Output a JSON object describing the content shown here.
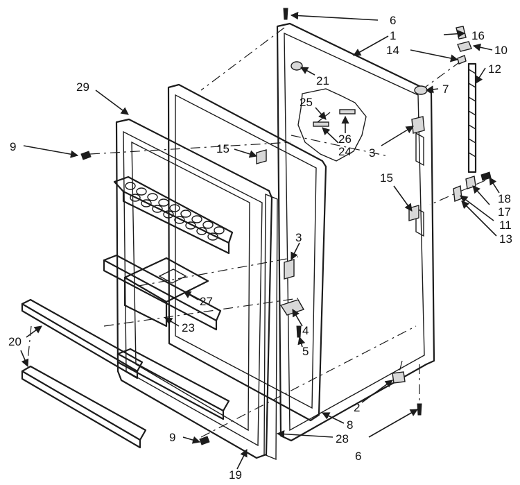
{
  "callouts": {
    "c1": "1",
    "c2": "2",
    "c3a": "3",
    "c3b": "3",
    "c4": "4",
    "c5": "5",
    "c6a": "6",
    "c6b": "6",
    "c7": "7",
    "c8": "8",
    "c9a": "9",
    "c9b": "9",
    "c10": "10",
    "c11": "11",
    "c12": "12",
    "c13": "13",
    "c14": "14",
    "c15a": "15",
    "c15b": "15",
    "c16": "16",
    "c17": "17",
    "c18": "18",
    "c19": "19",
    "c20": "20",
    "c21": "21",
    "c23": "23",
    "c24": "24",
    "c25": "25",
    "c26": "26",
    "c27": "27",
    "c28": "28",
    "c29": "29"
  },
  "colors": {
    "ink": "#1c1c1c",
    "paper": "#ffffff"
  }
}
